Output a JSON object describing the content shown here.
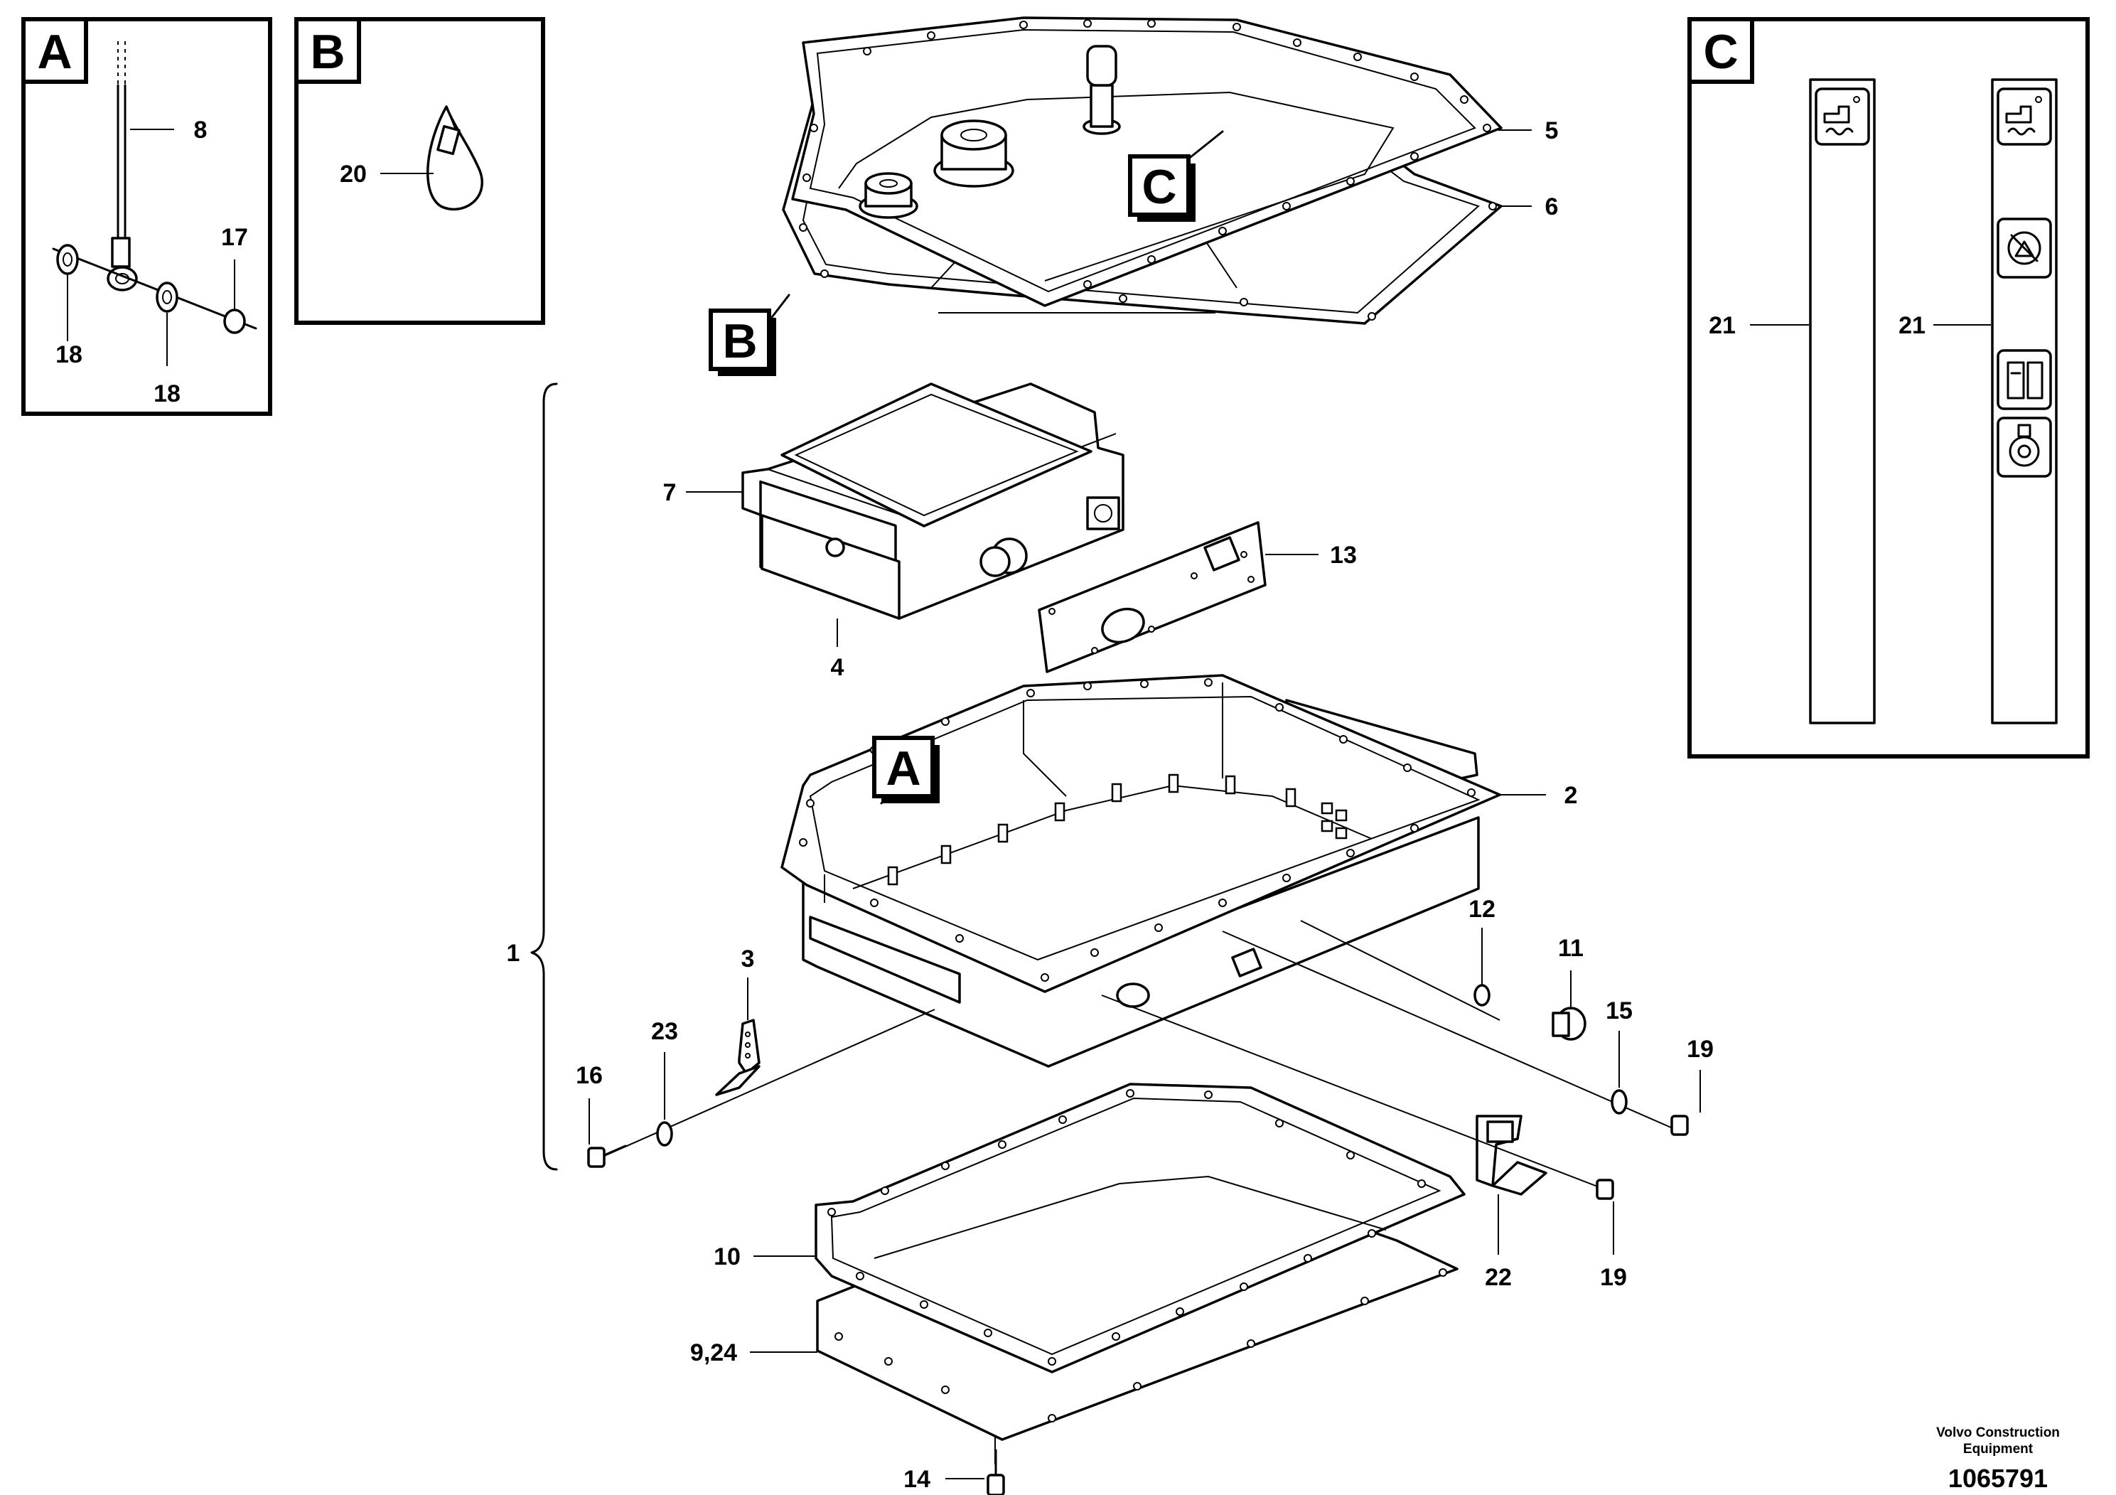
{
  "insets": {
    "a": {
      "letter": "A",
      "labels": [
        "8",
        "17",
        "18",
        "18"
      ]
    },
    "b": {
      "letter": "B",
      "labels": [
        "20"
      ]
    },
    "c": {
      "letter": "C",
      "labels": [
        "21",
        "21"
      ]
    }
  },
  "callouts": {
    "a": "A",
    "b": "B",
    "c": "C"
  },
  "part_numbers": {
    "p1": "1",
    "p2": "2",
    "p3": "3",
    "p4": "4",
    "p5": "5",
    "p6": "6",
    "p7": "7",
    "p9_24": "9,24",
    "p10": "10",
    "p11": "11",
    "p12": "12",
    "p13": "13",
    "p14": "14",
    "p15": "15",
    "p16": "16",
    "p19a": "19",
    "p19b": "19",
    "p22": "22",
    "p23": "23"
  },
  "footer": {
    "company_line1": "Volvo Construction",
    "company_line2": "Equipment",
    "drawing_number": "1065791"
  }
}
